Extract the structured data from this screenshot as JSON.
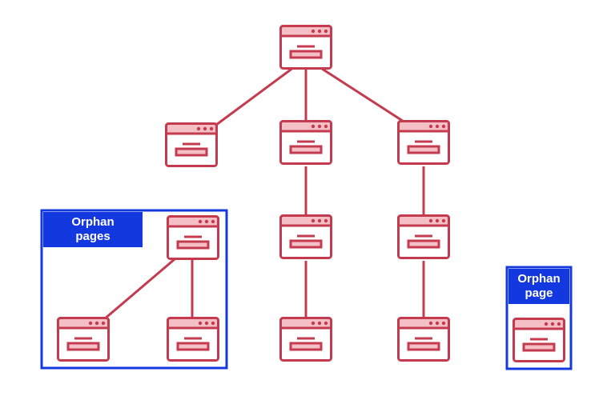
{
  "orphan_group": {
    "label_line1": "Orphan",
    "label_line2": "pages"
  },
  "orphan_single": {
    "label_line1": "Orphan",
    "label_line2": "page"
  },
  "colors": {
    "page_stroke": "#c43b4f",
    "page_fill": "#ffffff",
    "page_bar_fill": "#f4c0c6",
    "link_line": "#c43b4f",
    "orphan_border": "#1438e0",
    "orphan_label_bg": "#1438e0",
    "orphan_label_text": "#ffffff"
  },
  "icons": {
    "page": "browser-window-icon"
  }
}
